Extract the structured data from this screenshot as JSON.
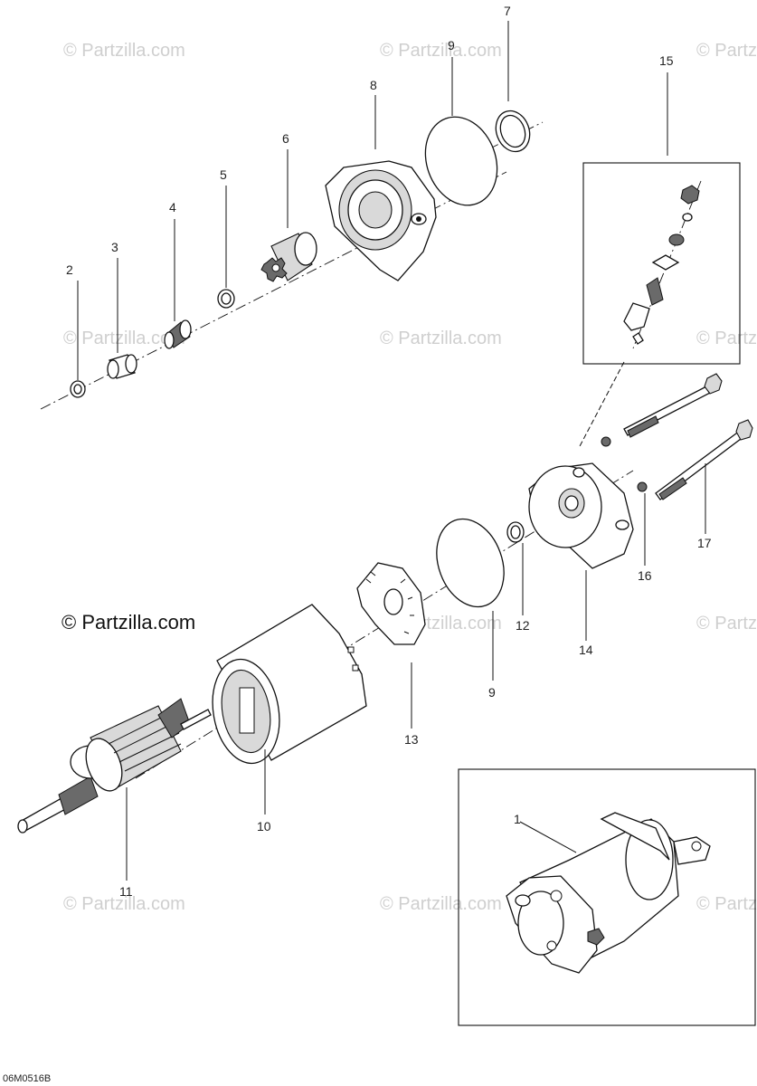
{
  "watermark": "© Partzilla.com",
  "watermark_main": "© Partzilla.com",
  "drawing_code": "06M0516B",
  "callouts": {
    "c1": "1",
    "c2": "2",
    "c3": "3",
    "c4": "4",
    "c5": "5",
    "c6": "6",
    "c7": "7",
    "c8": "8",
    "c9a": "9",
    "c9b": "9",
    "c10": "10",
    "c11": "11",
    "c12": "12",
    "c13": "13",
    "c14": "14",
    "c15": "15",
    "c16": "16",
    "c17": "17"
  }
}
